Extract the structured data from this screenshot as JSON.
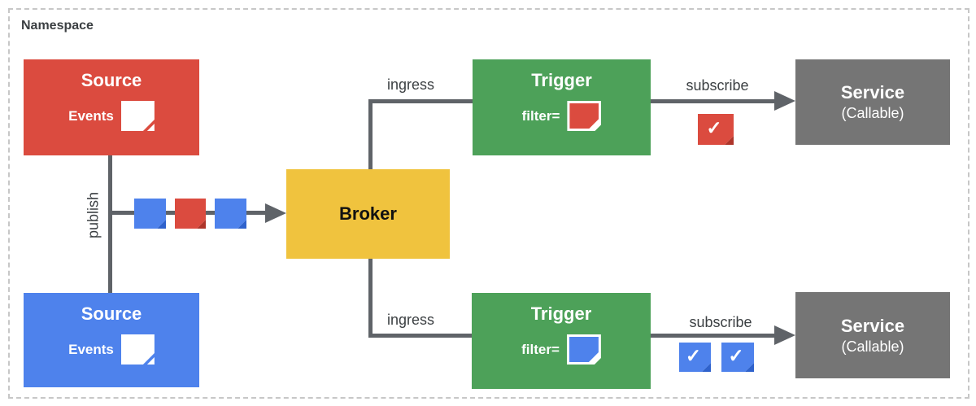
{
  "namespace": {
    "label": "Namespace"
  },
  "nodes": {
    "source_red": {
      "title": "Source",
      "events_label": "Events"
    },
    "source_blue": {
      "title": "Source",
      "events_label": "Events"
    },
    "broker": {
      "title": "Broker"
    },
    "trigger_red": {
      "title": "Trigger",
      "filter_label": "filter="
    },
    "trigger_blue": {
      "title": "Trigger",
      "filter_label": "filter="
    },
    "service_top": {
      "title": "Service",
      "subtitle": "(Callable)"
    },
    "service_bottom": {
      "title": "Service",
      "subtitle": "(Callable)"
    }
  },
  "edges": {
    "publish": {
      "label": "publish"
    },
    "ingress_top": {
      "label": "ingress"
    },
    "ingress_bottom": {
      "label": "ingress"
    },
    "subscribe_top": {
      "label": "subscribe"
    },
    "subscribe_bottom": {
      "label": "subscribe"
    }
  },
  "events": {
    "check_glyph": "✓",
    "stream": [
      "blue",
      "red",
      "blue"
    ],
    "delivered_top": [
      "red"
    ],
    "delivered_bottom": [
      "blue",
      "blue"
    ]
  },
  "colors": {
    "red": "#DB4B3F",
    "red_fold": "#AE352A",
    "blue": "#4E82EC",
    "blue_fold": "#2F62CC",
    "green": "#4DA159",
    "yellow": "#F0C33E",
    "service_gray": "#757575",
    "line_gray": "#5F6368",
    "label_text": "#3C4043",
    "frame_border": "#C7C7C7"
  }
}
